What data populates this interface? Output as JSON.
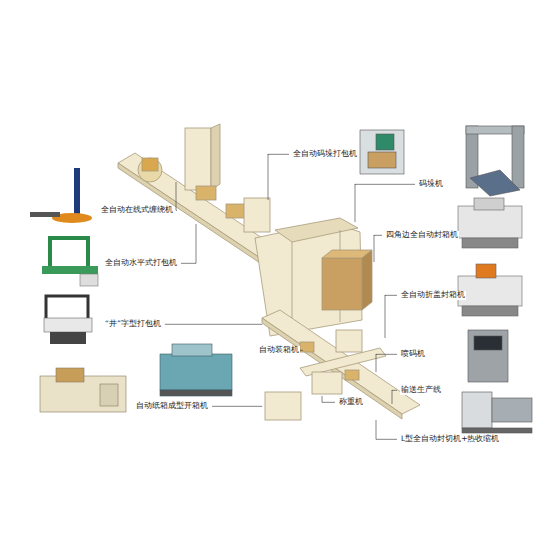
{
  "diagram": {
    "labels": [
      "全自动码垛打包机",
      "码垛机",
      "全自动在线式缠绕机",
      "全自动水平式打包机",
      "“井”字型打包机",
      "四角边全自动封箱机",
      "全自动折盖封箱机",
      "喷码机",
      "自动纸箱成型开箱机",
      "自动装箱机",
      "称重机",
      "输送生产线",
      "L型全自动封切机+热收缩机"
    ]
  }
}
